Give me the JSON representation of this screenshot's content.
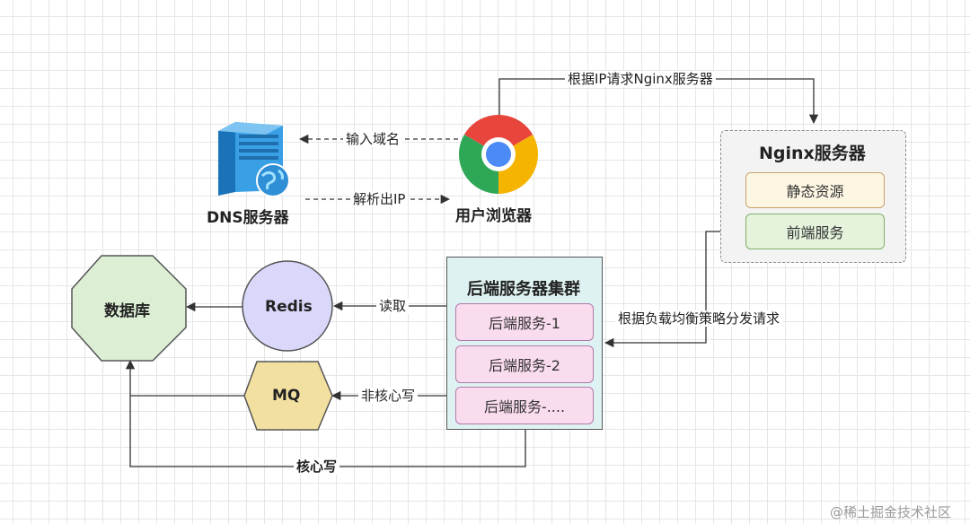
{
  "nodes": {
    "dns": {
      "label": "DNS服务器",
      "icon": "dns-server-icon"
    },
    "browser": {
      "label": "用户浏览器",
      "icon": "chrome-browser-icon"
    },
    "nginx": {
      "title": "Nginx服务器",
      "items": [
        "静态资源",
        "前端服务"
      ],
      "colors": {
        "group_bg": "#f3f3f3",
        "static_bg": "#fdf6e3",
        "static_border": "#c7a36a",
        "frontend_bg": "#e5f3dc",
        "frontend_border": "#7fae6a"
      }
    },
    "backend": {
      "title": "后端服务器集群",
      "items": [
        "后端服务-1",
        "后端服务-2",
        "后端服务-...."
      ],
      "colors": {
        "group_bg": "#dff2f2",
        "item_bg": "#fadcef",
        "item_border": "#b07aa8"
      }
    },
    "redis": {
      "label": "Redis",
      "color": "#dad8fa"
    },
    "mq": {
      "label": "MQ",
      "color": "#f2e0a0"
    },
    "database": {
      "label": "数据库",
      "color": "#dcefd4"
    }
  },
  "edges": {
    "browser_to_dns": "输入域名",
    "dns_to_browser": "解析出IP",
    "browser_to_nginx": "根据IP请求Nginx服务器",
    "nginx_to_backend": "根据负载均衡策略分发请求",
    "backend_to_redis": "读取",
    "backend_to_mq": "非核心写",
    "backend_to_db": "核心写"
  },
  "watermark": "@稀土掘金技术社区"
}
